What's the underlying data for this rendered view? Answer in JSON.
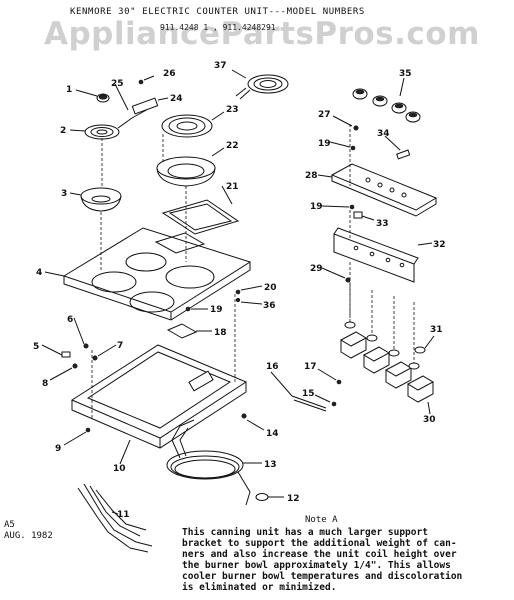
{
  "header": {
    "title": "KENMORE 30\" ELECTRIC COUNTER UNIT---MODEL NUMBERS",
    "models": "911.4248 1 , 911.4248291"
  },
  "watermark": "AppliancePartsPros.com",
  "stamp": {
    "code": "A5",
    "date": "AUG. 1982"
  },
  "note": {
    "title": "Note A",
    "lines": [
      "This canning unit has a much larger support",
      "bracket to support the additional weight of can-",
      "ners and also increase the unit coil height over",
      "the burner bowl approximately 1/4\". This allows",
      "cooler burner bowl temperatures and discoloration",
      "is eliminated or minimized."
    ]
  },
  "callouts": [
    "1",
    "2",
    "3",
    "4",
    "5",
    "6",
    "7",
    "8",
    "9",
    "10",
    "11",
    "12",
    "13",
    "14",
    "15",
    "16",
    "17",
    "18",
    "19",
    "19",
    "19",
    "20",
    "21",
    "22",
    "23",
    "24",
    "25",
    "26",
    "27",
    "28",
    "29",
    "30",
    "31",
    "32",
    "33",
    "34",
    "35",
    "36",
    "37"
  ]
}
